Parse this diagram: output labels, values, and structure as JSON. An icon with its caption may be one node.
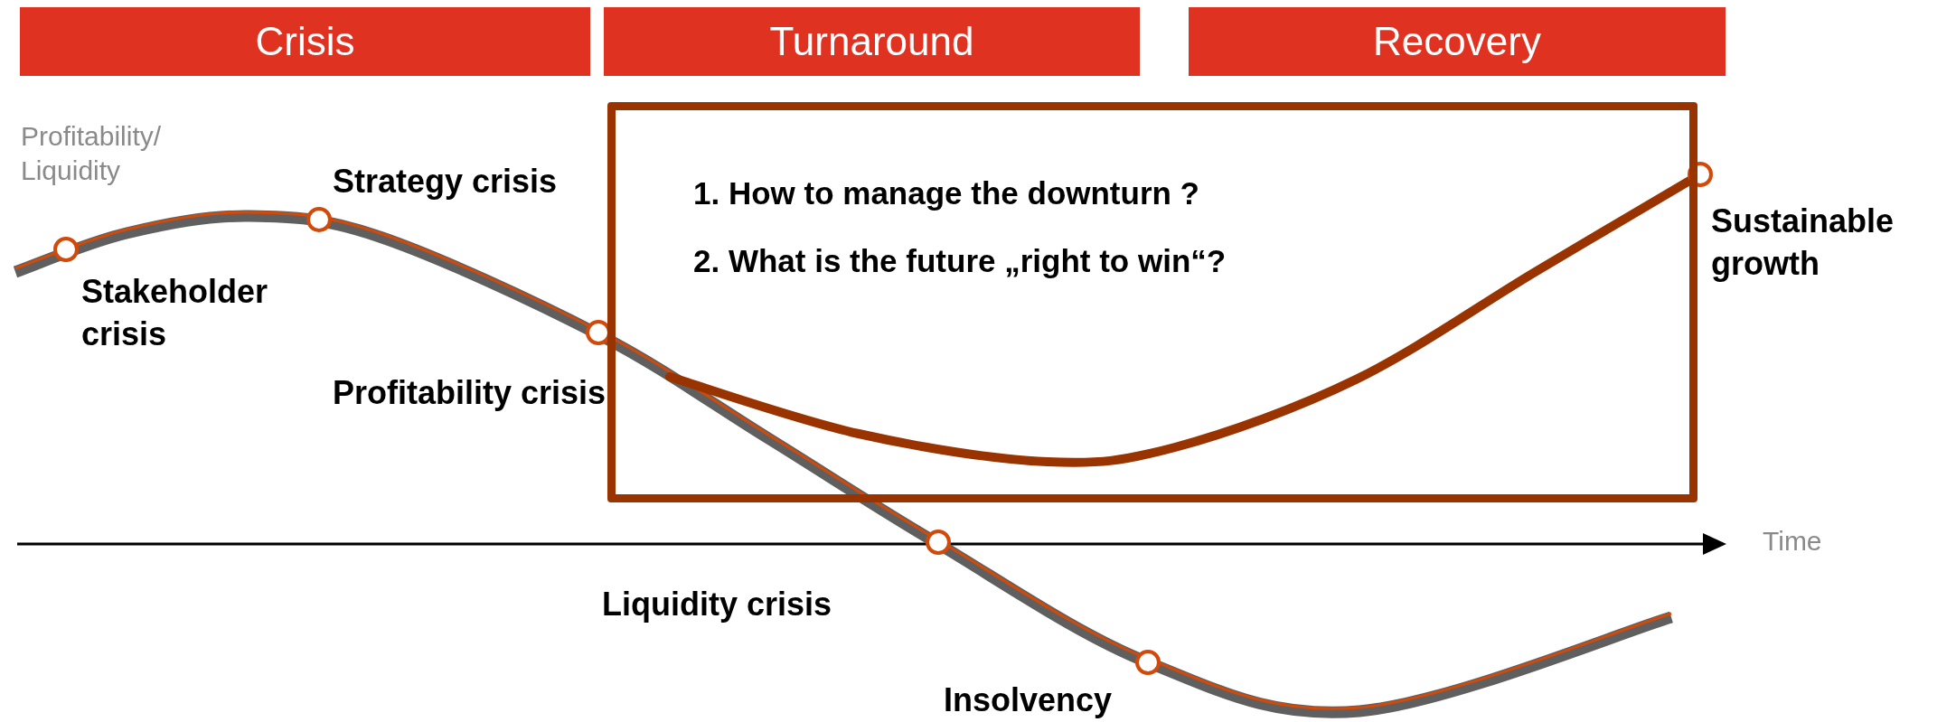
{
  "diagram": {
    "nodes": [
      {
        "text": [
          "Crisis"
        ]
      },
      {
        "text": [
          "Turnaround"
        ]
      },
      {
        "text": [
          "Recovery"
        ]
      },
      {
        "text": [
          "1. How to manage the downturn ?",
          "2. What is the future „right to win“?"
        ]
      }
    ],
    "labels": [
      "Profitability/ Liquidity",
      "Strategy crisis",
      "Stakeholder crisis",
      "Profitability crisis",
      "Liquidity crisis",
      "Insolvency",
      "Sustainable growth",
      "Time"
    ]
  }
}
